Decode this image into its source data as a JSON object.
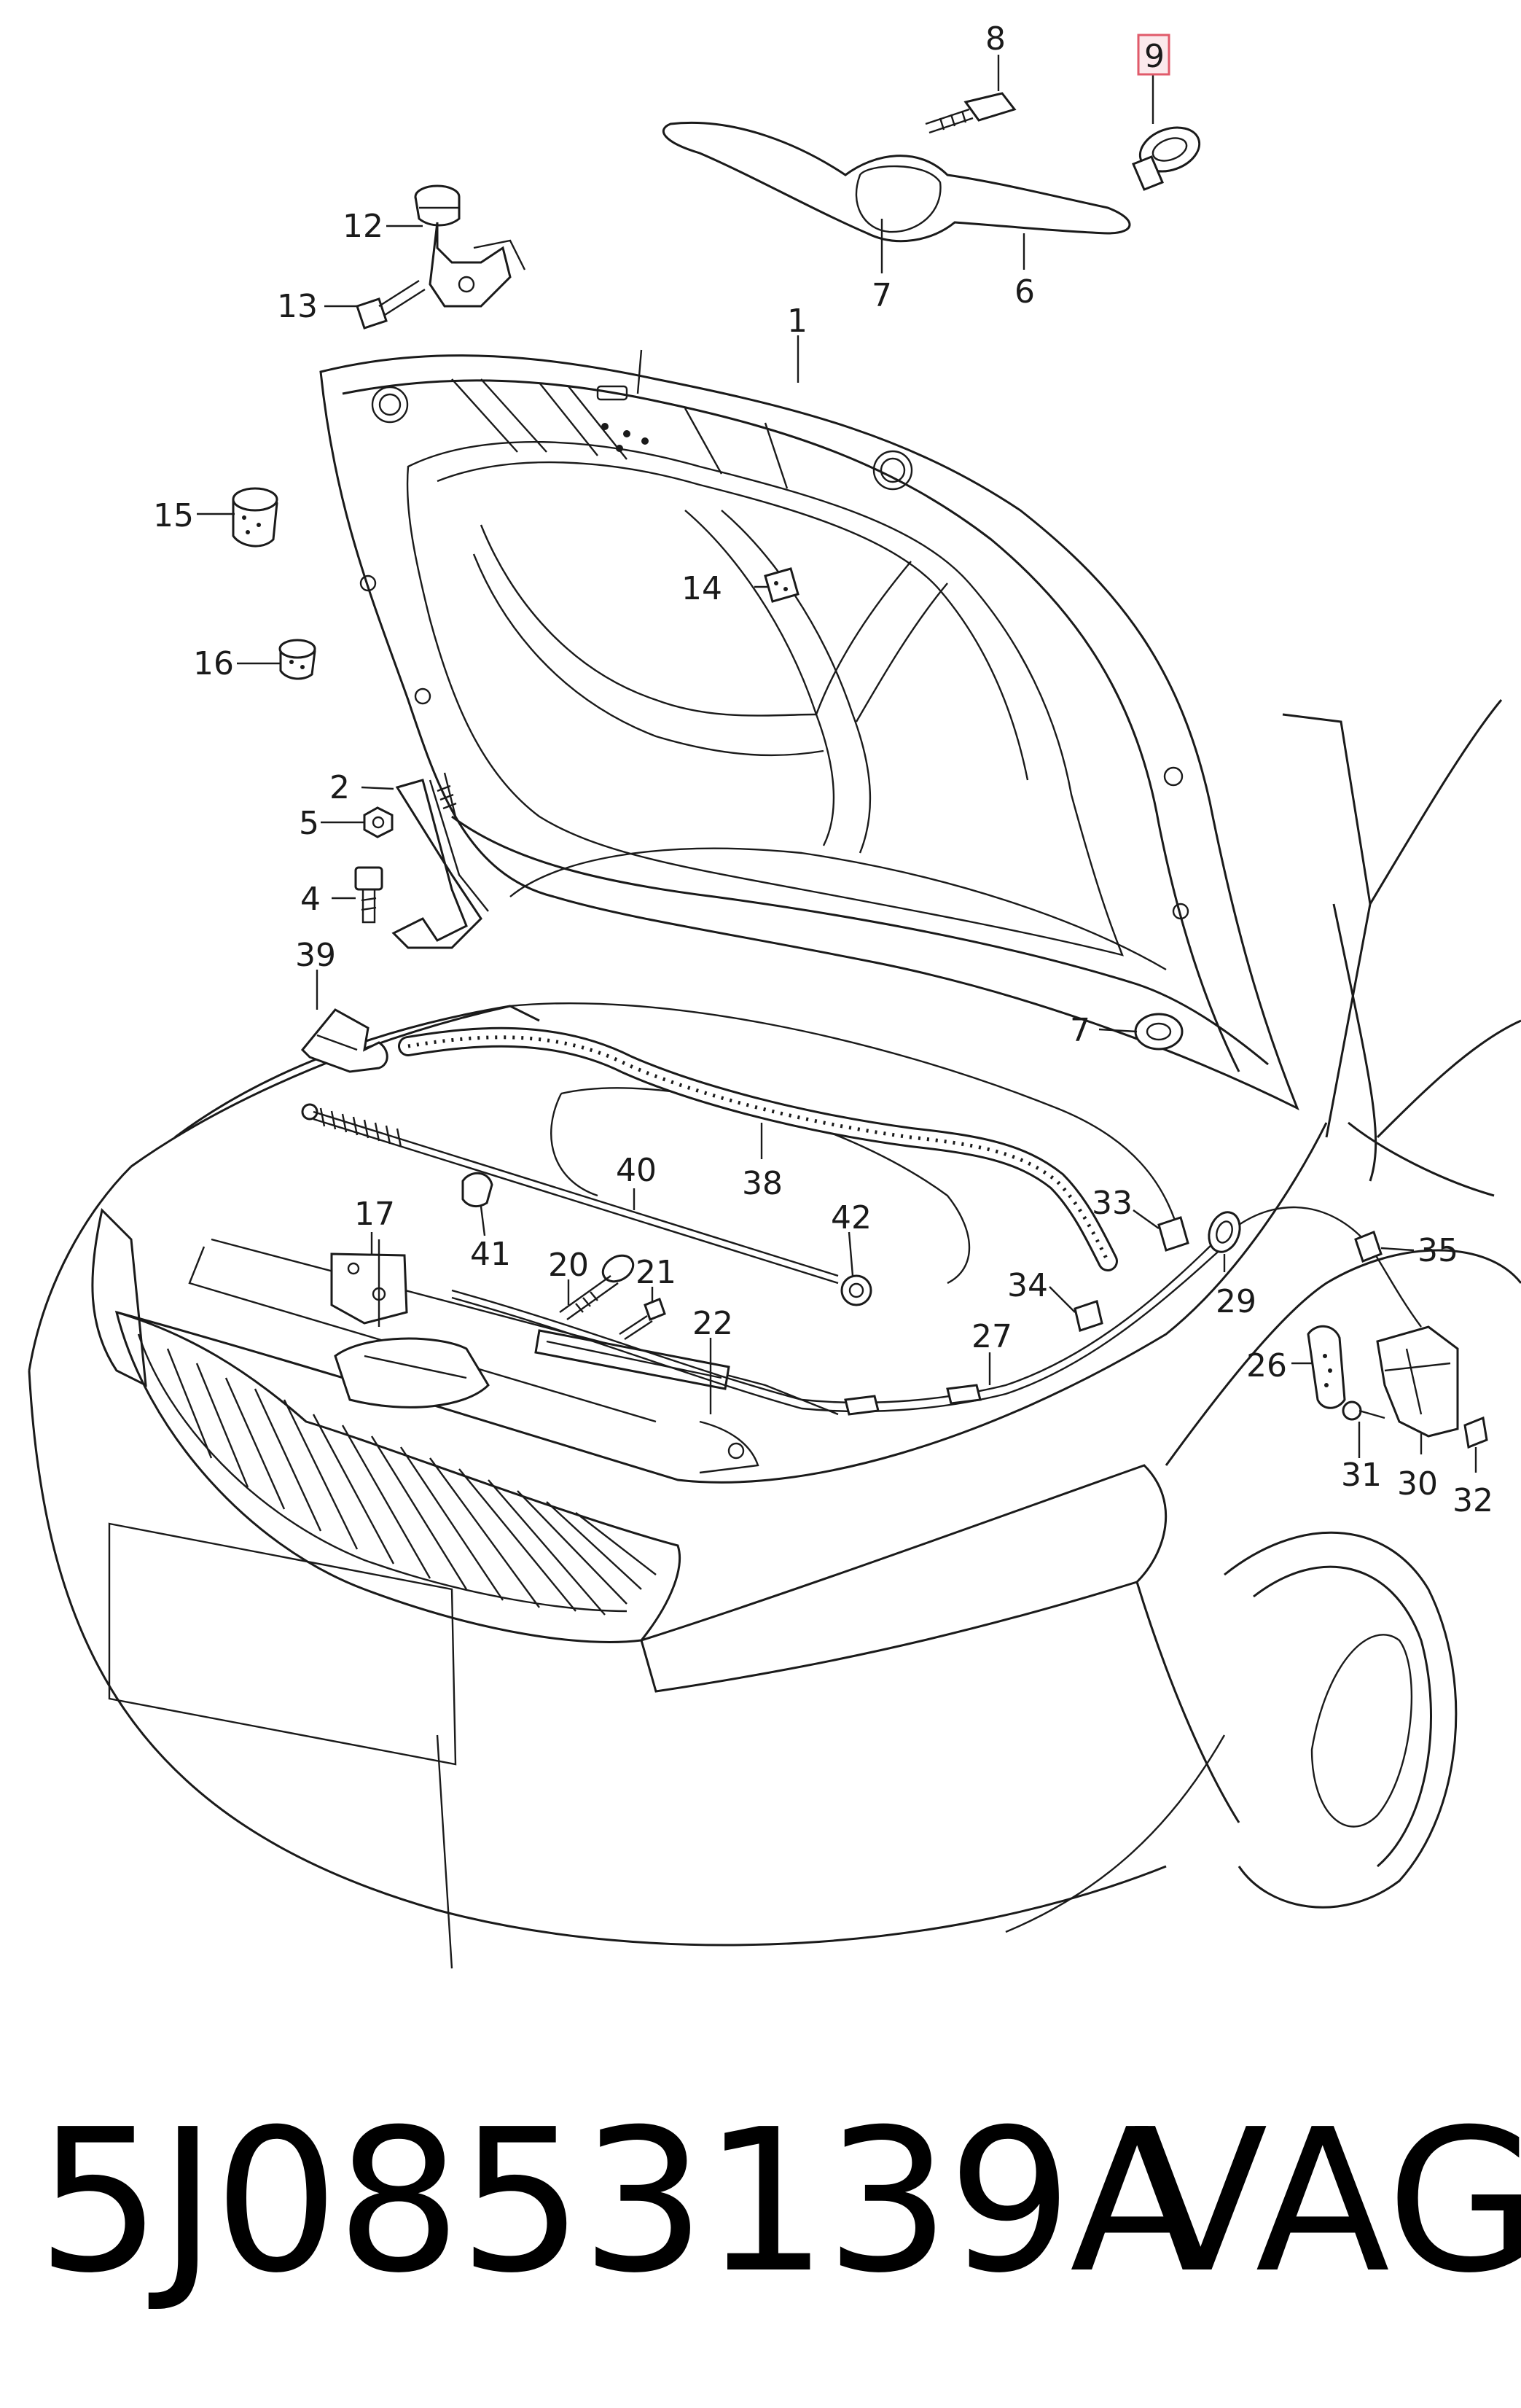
{
  "callouts": {
    "c1": "1",
    "c2": "2",
    "c4": "4",
    "c5": "5",
    "c6": "6",
    "c7a": "7",
    "c7b": "7",
    "c8": "8",
    "c9": "9",
    "c12": "12",
    "c13": "13",
    "c14": "14",
    "c15": "15",
    "c16": "16",
    "c17": "17",
    "c20": "20",
    "c21": "21",
    "c22": "22",
    "c26": "26",
    "c27": "27",
    "c29": "29",
    "c30": "30",
    "c31": "31",
    "c32": "32",
    "c33": "33",
    "c34": "34",
    "c35": "35",
    "c38": "38",
    "c39": "39",
    "c40": "40",
    "c41": "41",
    "c42": "42"
  },
  "highlighted_callout": "9",
  "highlight_color": "#e05a6a",
  "footer": {
    "part_number": "5J0853139A",
    "brand": "VAG"
  }
}
